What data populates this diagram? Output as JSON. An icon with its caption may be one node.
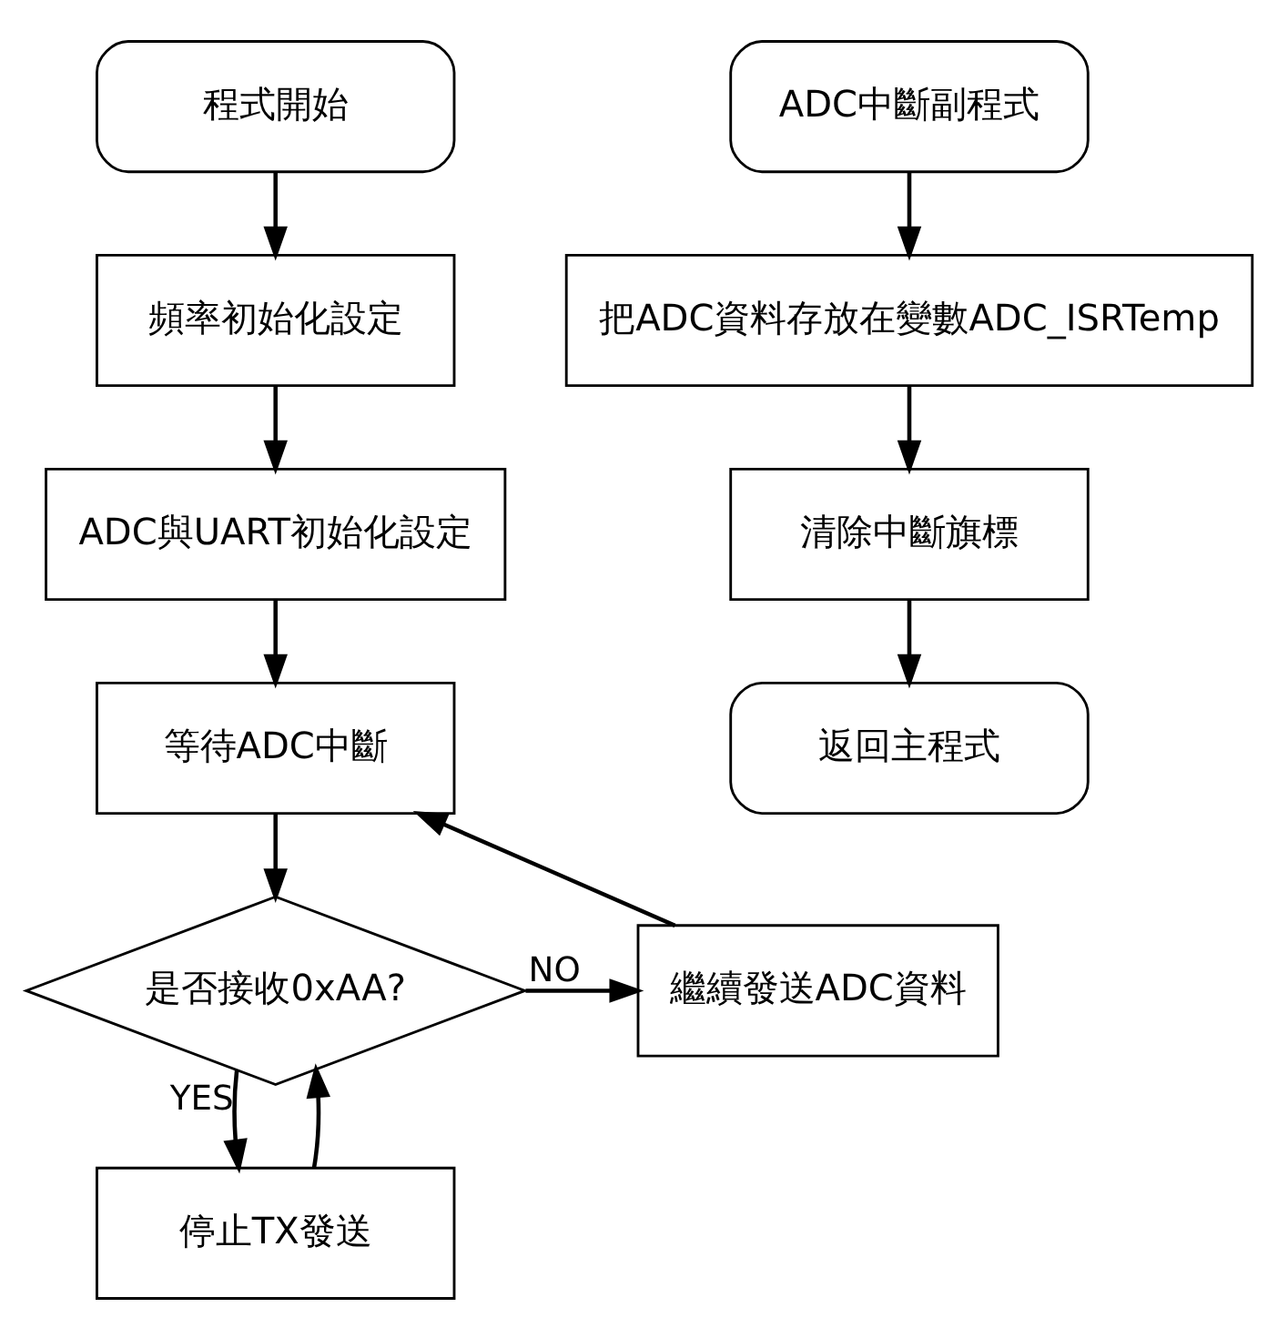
{
  "diagram": {
    "nodes": [
      {
        "text": [
          "程式開始"
        ]
      },
      {
        "text": [
          "頻率初始化設定"
        ]
      },
      {
        "text": [
          "ADC與UART初始化設定"
        ]
      },
      {
        "text": [
          "等待ADC中斷"
        ]
      },
      {
        "text": [
          "是否接收0xAA?"
        ]
      },
      {
        "text": [
          "繼續發送ADC資料"
        ]
      },
      {
        "text": [
          "停止TX發送"
        ]
      },
      {
        "text": [
          "ADC中斷副程式"
        ]
      },
      {
        "text": [
          "把ADC資料存放在變數ADC_ISRTemp"
        ]
      },
      {
        "text": [
          "清除中斷旗標"
        ]
      },
      {
        "text": [
          "返回主程式"
        ]
      }
    ],
    "edges": [
      {
        "from": 0,
        "to": 1,
        "arrow": "to"
      },
      {
        "from": 1,
        "to": 2,
        "arrow": "to"
      },
      {
        "from": 2,
        "to": 3,
        "arrow": "to"
      },
      {
        "from": 3,
        "to": 4,
        "arrow": "to"
      },
      {
        "from": 4,
        "to": 5,
        "arrow": "to",
        "label": "NO"
      },
      {
        "from": 5,
        "to": 3,
        "arrow": "to"
      },
      {
        "from": 4,
        "to": 6,
        "arrow": "to",
        "label": "YES"
      },
      {
        "from": 6,
        "to": 4,
        "arrow": "to"
      },
      {
        "from": 7,
        "to": 8,
        "arrow": "to"
      },
      {
        "from": 8,
        "to": 9,
        "arrow": "to"
      },
      {
        "from": 9,
        "to": 10,
        "arrow": "to"
      }
    ]
  }
}
